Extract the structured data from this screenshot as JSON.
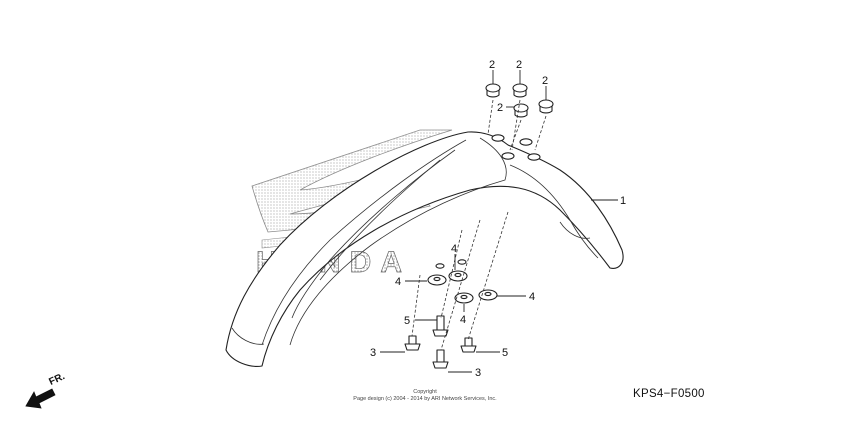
{
  "diagram": {
    "direction_label": "FR.",
    "diagram_code": "KPS4−F0500",
    "copyright_line1": "Copyright",
    "copyright_line2": "Page design (c) 2004 - 2014 by ARI Network Services, Inc.",
    "brand_watermark": "HONDA",
    "callouts": {
      "c1": "1",
      "c2a": "2",
      "c2b": "2",
      "c2c": "2",
      "c2d": "2",
      "c3a": "3",
      "c3b": "3",
      "c4a": "4",
      "c4b": "4",
      "c4c": "4",
      "c4d": "4",
      "c5a": "5",
      "c5b": "5"
    }
  }
}
